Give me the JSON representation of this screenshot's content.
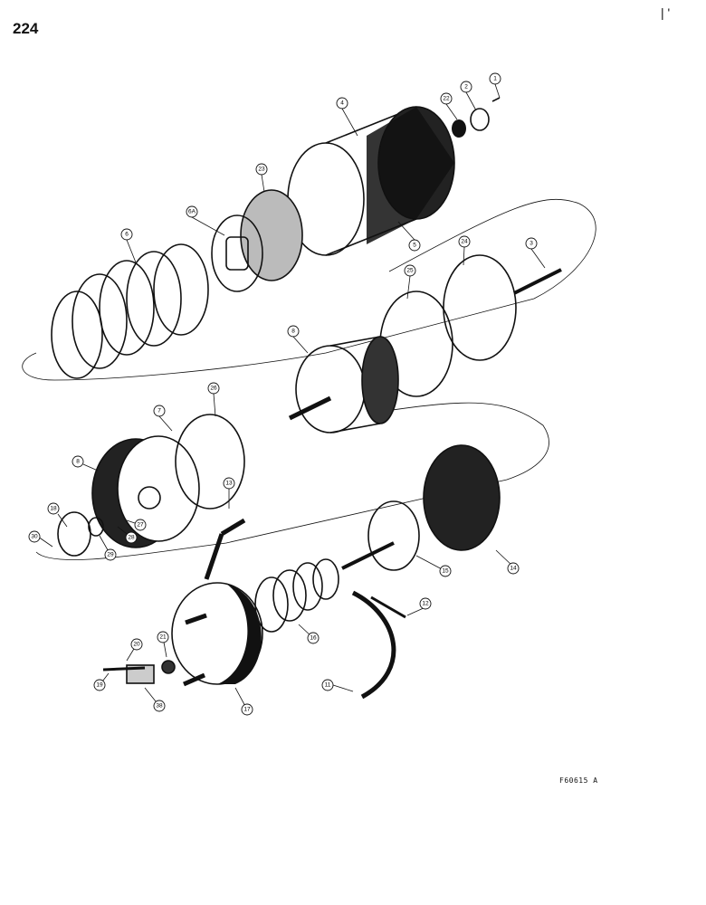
{
  "page": {
    "number": "224",
    "corner_mark": "| '",
    "figure_ref": "F60615 A"
  },
  "callouts": [
    {
      "id": "1",
      "label": "1"
    },
    {
      "id": "2",
      "label": "2"
    },
    {
      "id": "22",
      "label": "22"
    },
    {
      "id": "4",
      "label": "4"
    },
    {
      "id": "23",
      "label": "23"
    },
    {
      "id": "6A",
      "label": "6A"
    },
    {
      "id": "6",
      "label": "6"
    },
    {
      "id": "5",
      "label": "5"
    },
    {
      "id": "24",
      "label": "24"
    },
    {
      "id": "3",
      "label": "3"
    },
    {
      "id": "25",
      "label": "25"
    },
    {
      "id": "8a",
      "label": "8"
    },
    {
      "id": "7",
      "label": "7"
    },
    {
      "id": "26",
      "label": "26"
    },
    {
      "id": "8b",
      "label": "8"
    },
    {
      "id": "13",
      "label": "13"
    },
    {
      "id": "18",
      "label": "18"
    },
    {
      "id": "27",
      "label": "27"
    },
    {
      "id": "28",
      "label": "28"
    },
    {
      "id": "29",
      "label": "29"
    },
    {
      "id": "30",
      "label": "30"
    },
    {
      "id": "14",
      "label": "14"
    },
    {
      "id": "15",
      "label": "15"
    },
    {
      "id": "12",
      "label": "12"
    },
    {
      "id": "16",
      "label": "16"
    },
    {
      "id": "20",
      "label": "20"
    },
    {
      "id": "21",
      "label": "21"
    },
    {
      "id": "19",
      "label": "19"
    },
    {
      "id": "38",
      "label": "38"
    },
    {
      "id": "17",
      "label": "17"
    },
    {
      "id": "11",
      "label": "11"
    }
  ]
}
